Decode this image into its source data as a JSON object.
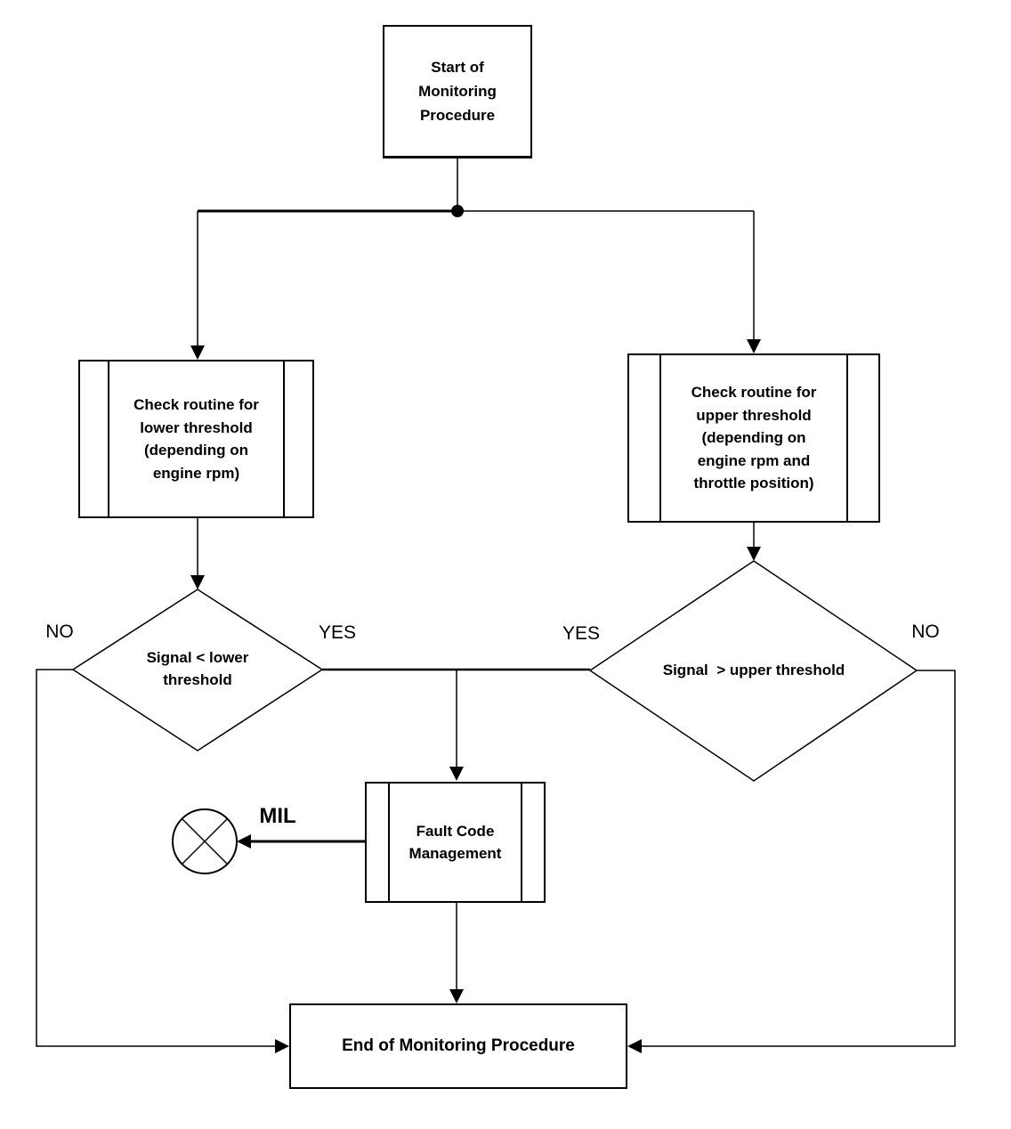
{
  "diagram": {
    "background_color": "#ffffff",
    "line_color": "#000000",
    "nodes": {
      "start": {
        "type": "process",
        "label": "Start of\nMonitoring\nProcedure"
      },
      "check_lower": {
        "type": "predefined_process",
        "label": "Check routine for\nlower threshold\n(depending on\nengine rpm)"
      },
      "check_upper": {
        "type": "predefined_process",
        "label": "Check routine for\nupper threshold\n(depending on\nengine rpm and\nthrottle position)"
      },
      "decision_lower": {
        "type": "decision",
        "label": "Signal < lower\nthreshold"
      },
      "decision_upper": {
        "type": "decision",
        "label": "Signal  > upper threshold"
      },
      "fault_code": {
        "type": "predefined_process",
        "label": "Fault Code\nManagement"
      },
      "mil_indicator": {
        "type": "lamp",
        "label": "MIL"
      },
      "end": {
        "type": "process",
        "label": "End of Monitoring Procedure"
      }
    },
    "edge_labels": {
      "decision_lower_no": "NO",
      "decision_lower_yes": "YES",
      "decision_upper_yes": "YES",
      "decision_upper_no": "NO"
    }
  }
}
